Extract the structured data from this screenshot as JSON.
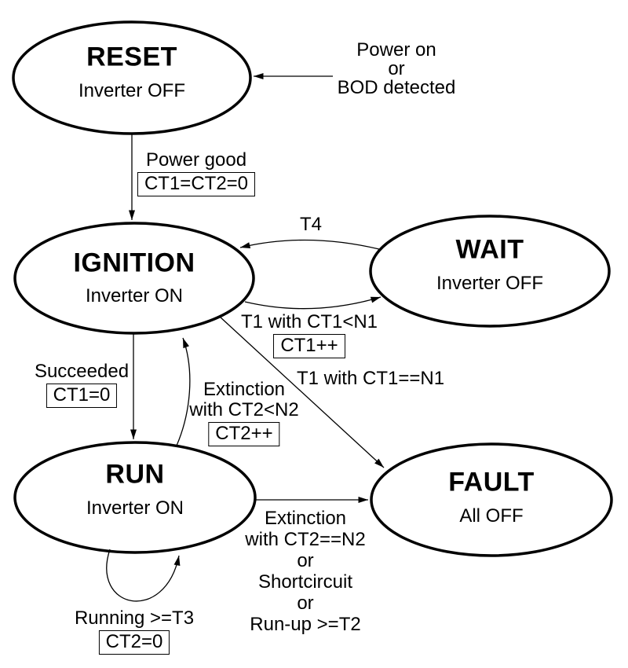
{
  "diagram": {
    "background": "#ffffff",
    "stroke_color": "#000000",
    "text_color": "#000000",
    "states": [
      {
        "name": "RESET",
        "status": "Inverter OFF"
      },
      {
        "name": "IGNITION",
        "status": "Inverter ON"
      },
      {
        "name": "WAIT",
        "status": "Inverter OFF"
      },
      {
        "name": "RUN",
        "status": "Inverter ON"
      },
      {
        "name": "FAULT",
        "status": "All OFF"
      }
    ],
    "transitions": [
      {
        "from": "start",
        "to": "RESET",
        "label_lines": [
          "Power on",
          "or",
          "BOD detected"
        ]
      },
      {
        "from": "RESET",
        "to": "IGNITION",
        "label": "Power good",
        "action": "CT1=CT2=0"
      },
      {
        "from": "WAIT",
        "to": "IGNITION",
        "label": "T4"
      },
      {
        "from": "IGNITION",
        "to": "WAIT",
        "label": "T1 with CT1<N1",
        "action": "CT1++"
      },
      {
        "from": "IGNITION",
        "to": "FAULT",
        "label": "T1 with CT1==N1"
      },
      {
        "from": "IGNITION",
        "to": "RUN",
        "label": "Succeeded",
        "action": "CT1=0"
      },
      {
        "from": "RUN",
        "to": "IGNITION",
        "label_lines": [
          "Extinction",
          "with CT2<N2"
        ],
        "action": "CT2++"
      },
      {
        "from": "RUN",
        "to": "FAULT",
        "label_lines": [
          "Extinction",
          "with CT2==N2",
          "or",
          "Shortcircuit",
          "or",
          "Run-up >=T2"
        ]
      },
      {
        "from": "RUN",
        "to": "RUN",
        "label": "Running >=T3",
        "action": "CT2=0"
      }
    ]
  }
}
